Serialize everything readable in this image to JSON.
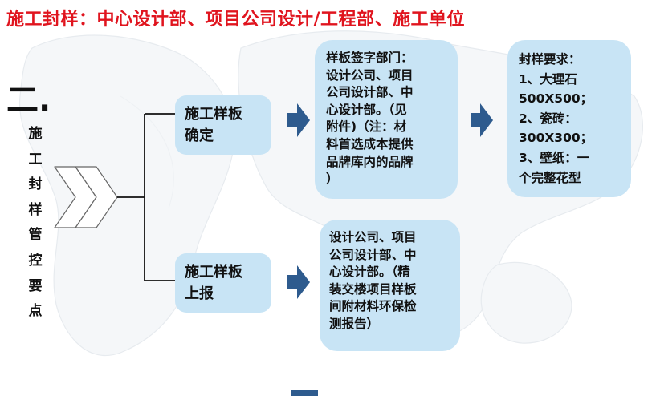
{
  "title": "施工封样：中心设计部、项目公司设计/工程部、施工单位",
  "section_number": "二.",
  "side_title": "施工封样管控要点",
  "boxes": {
    "confirm": [
      "施工样板",
      "确定"
    ],
    "sign_dept": [
      "样板签字部门：",
      "设计公司、项目",
      "公司设计部、中",
      "心设计部。（见",
      "附件)（注：材",
      "料首选成本提供",
      "品牌库内的品牌",
      "）"
    ],
    "requirements": [
      "封样要求：",
      "1、大理石",
      "500X500；",
      "2、瓷砖：",
      "300X300；",
      "3、壁纸：一",
      "个完整花型"
    ],
    "report": [
      "施工样板",
      "上报"
    ],
    "report_dept": [
      "设计公司、项目",
      "公司设计部、中",
      "心设计部。（精",
      "装交楼项目样板",
      "间附材料环保检",
      "测报告）"
    ]
  },
  "colors": {
    "title": "#e0141e",
    "box_fill": "#c8e4f5",
    "arrow_fill": "#2e5b8e",
    "chevron_fill": "#ffffff",
    "chevron_stroke": "#666666"
  }
}
